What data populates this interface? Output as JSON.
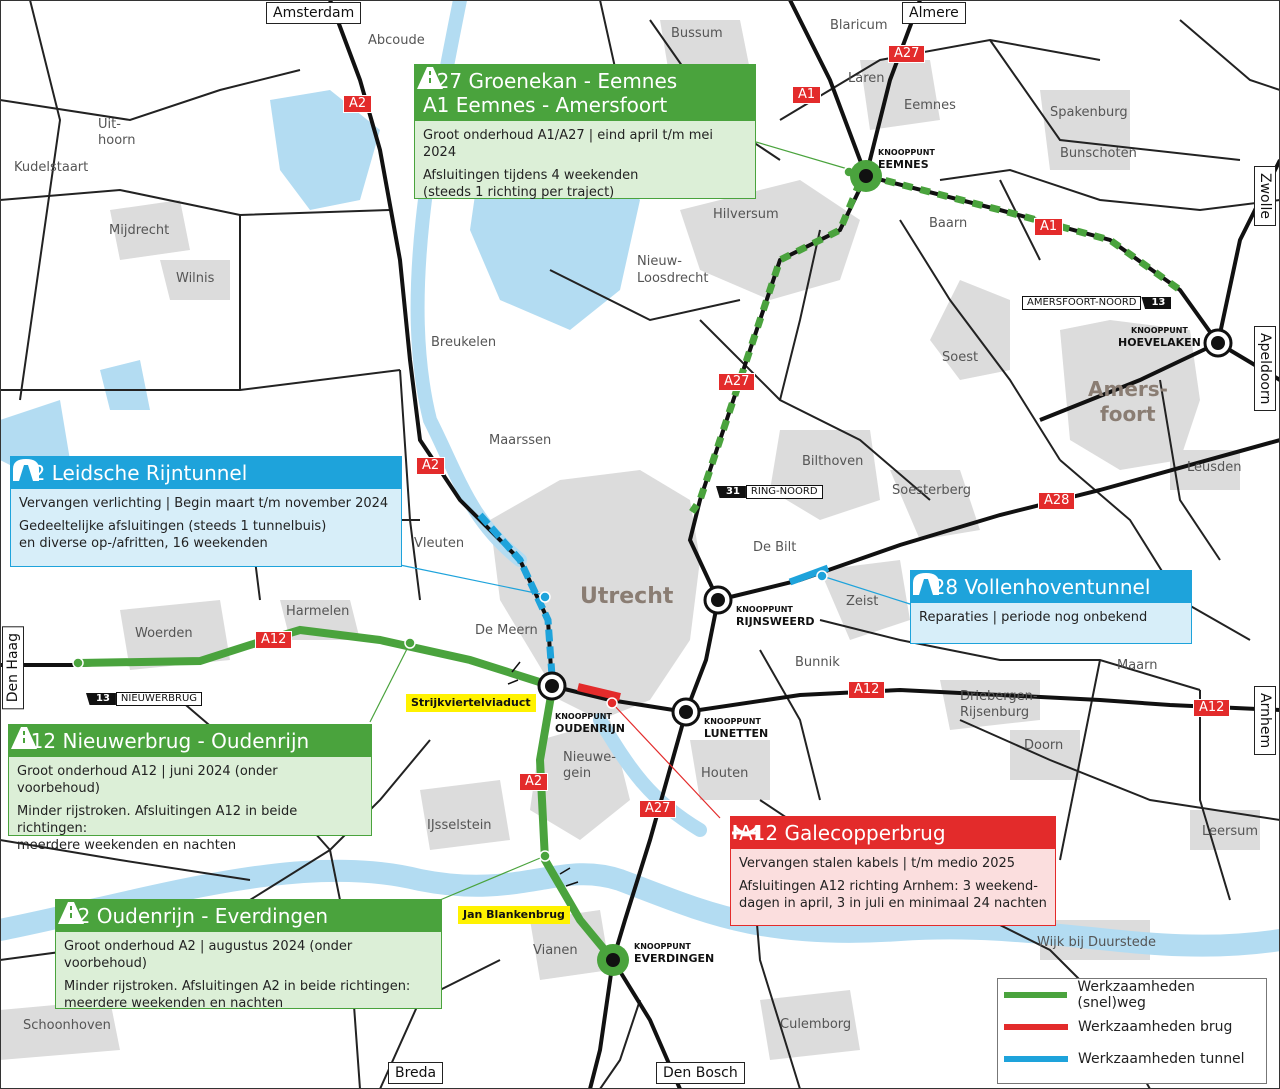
{
  "destinations": {
    "amsterdam": "Amsterdam",
    "almere": "Almere",
    "zwolle": "Zwolle",
    "apeldoorn": "Apeldoorn",
    "arnhem": "Arnhem",
    "den_haag": "Den Haag",
    "breda": "Breda",
    "den_bosch": "Den Bosch"
  },
  "places": {
    "abcoude": "Abcoude",
    "bussum": "Bussum",
    "blaricum": "Blaricum",
    "laren": "Laren",
    "eemnes": "Eemnes",
    "spakenburg": "Spakenburg",
    "bunschoten": "Bunschoten",
    "uithoorn_1": "Uit-",
    "uithoorn_2": "hoorn",
    "kudelstaart": "Kudelstaart",
    "mijdrecht": "Mijdrecht",
    "wilnis": "Wilnis",
    "hilversum": "Hilversum",
    "baarn": "Baarn",
    "nieuw_loosdrecht_1": "Nieuw-",
    "nieuw_loosdrecht_2": "Loosdrecht",
    "breukelen": "Breukelen",
    "soest": "Soest",
    "amersfoort_1": "Amers-",
    "amersfoort_2": "foort",
    "maarssen": "Maarssen",
    "bilthoven": "Bilthoven",
    "leusden": "Leusden",
    "soesterberg": "Soesterberg",
    "vleuten": "Vleuten",
    "utrecht": "Utrecht",
    "de_bilt": "De Bilt",
    "zeist": "Zeist",
    "harmelen": "Harmelen",
    "woerden": "Woerden",
    "de_meern": "De Meern",
    "bunnik": "Bunnik",
    "maarn": "Maarn",
    "driebergen_1": "Driebergen-",
    "driebergen_2": "Rijsenburg",
    "doorn": "Doorn",
    "nieuwegein_1": "Nieuwe-",
    "nieuwegein_2": "gein",
    "houten": "Houten",
    "ijsselstein": "IJsselstein",
    "leersum": "Leersum",
    "vianen": "Vianen",
    "wijk_bij_duurstede": "Wijk bij Duurstede",
    "schoonhoven": "Schoonhoven",
    "culemborg": "Culemborg"
  },
  "shields": {
    "a2_north": "A2",
    "a1_north": "A1",
    "a27_north": "A27",
    "a1_east": "A1",
    "a27_mid": "A27",
    "a2_mid": "A2",
    "a28": "A28",
    "a12_west": "A12",
    "a12_east": "A12",
    "a12_far_east": "A12",
    "a2_south": "A2",
    "a27_south": "A27"
  },
  "nodes": {
    "knooppunt": "KNOOPPUNT",
    "eemnes": "EEMNES",
    "hoevelaken": "HOEVELAKEN",
    "rijnsweerd": "RIJNSWEERD",
    "oudenrijn": "OUDENRIJN",
    "lunetten": "LUNETTEN",
    "everdingen": "EVERDINGEN"
  },
  "exits": {
    "amersfoort_noord": {
      "text": "AMERSFOORT-NOORD",
      "num": "13"
    },
    "ring_noord": {
      "num": "31",
      "text": "RING-NOORD"
    },
    "nieuwerbrug": {
      "num": "13",
      "text": "NIEUWERBRUG"
    }
  },
  "callouts": {
    "strijkviertelviaduct": "Strijkviertelviaduct",
    "jan_blankenbrug": "Jan Blankenbrug"
  },
  "panels": {
    "a27": {
      "title_1": "A27 Groenekan - Eemnes",
      "title_2": "A1 Eemnes - Amersfoort",
      "line_1": "Groot onderhoud A1/A27 | eind april t/m mei 2024",
      "line_2": "Afsluitingen tijdens 4 weekenden\n(steeds 1 richting per traject)"
    },
    "a2_tunnel": {
      "title": "A2 Leidsche Rijntunnel",
      "line_1": "Vervangen verlichting | Begin maart t/m november 2024",
      "line_2": "Gedeeltelijke afsluitingen (steeds 1 tunnelbuis)\nen diverse op-/afritten, 16 weekenden"
    },
    "a28_tunnel": {
      "title": "A28 Vollenhoventunnel",
      "line_1": "Reparaties | periode nog onbekend"
    },
    "a12_road": {
      "title": "A12 Nieuwerbrug - Oudenrijn",
      "line_1": "Groot onderhoud A12 | juni 2024 (onder voorbehoud)",
      "line_2": "Minder rijstroken. Afsluitingen A12 in beide richtingen:\nmeerdere weekenden en nachten"
    },
    "a12_bridge": {
      "title": "A12 Galecopperbrug",
      "line_1": "Vervangen stalen kabels | t/m medio 2025",
      "line_2": "Afsluitingen A12 richting Arnhem: 3 weekend-\ndagen in april,  3 in juli en minimaal 24 nachten"
    },
    "a2_road": {
      "title": "A2 Oudenrijn - Everdingen",
      "line_1": "Groot onderhoud A2 | augustus 2024 (onder voorbehoud)",
      "line_2": "Minder rijstroken. Afsluitingen A2 in beide richtingen:\nmeerdere weekenden en nachten"
    }
  },
  "legend": {
    "road": "Werkzaamheden (snel)weg",
    "bridge": "Werkzaamheden brug",
    "tunnel": "Werkzaamheden tunnel"
  },
  "colors": {
    "road_work": "#4aa33d",
    "bridge_work": "#e32b2b",
    "tunnel_work": "#1ea3db",
    "highway_shield": "#e32b2b",
    "water": "#b3dcf2",
    "urban": "#dcdcdc",
    "callout": "#fff200"
  }
}
